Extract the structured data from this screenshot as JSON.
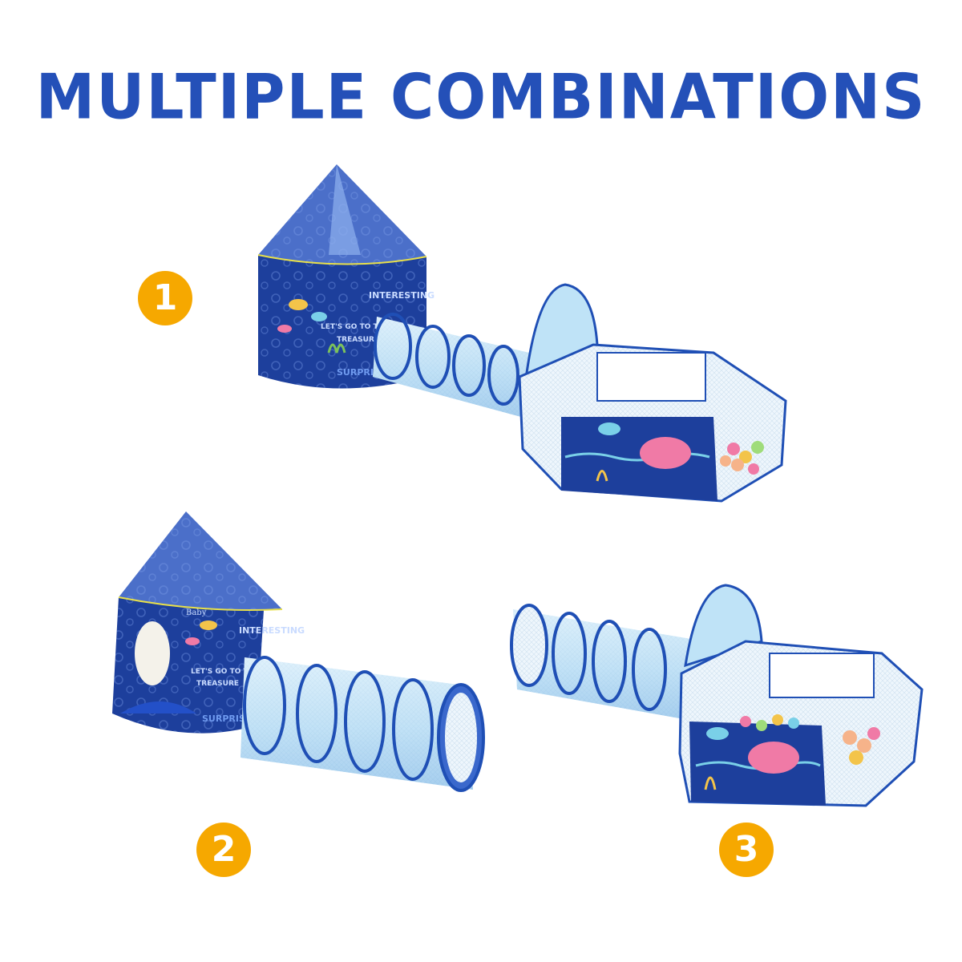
{
  "heading": "MULTIPLE COMBINATIONS",
  "combinations": [
    {
      "number": "1"
    },
    {
      "number": "2"
    },
    {
      "number": "3"
    }
  ],
  "tent_prints": {
    "interesting": "INTERESTING",
    "lets_go": "LET'S GO TO THE",
    "treasure": "TREASURE",
    "surprise": "SURPRISE",
    "baby": "Baby"
  },
  "colors": {
    "heading": "#2450b8",
    "badge": "#f6a800",
    "tent_navy": "#1d3f9c",
    "tent_roof": "#4b6fc9",
    "tunnel_light": "#bfe3f7",
    "tunnel_ring": "#1f4fb5",
    "ball_pink": "#f07aa6"
  }
}
